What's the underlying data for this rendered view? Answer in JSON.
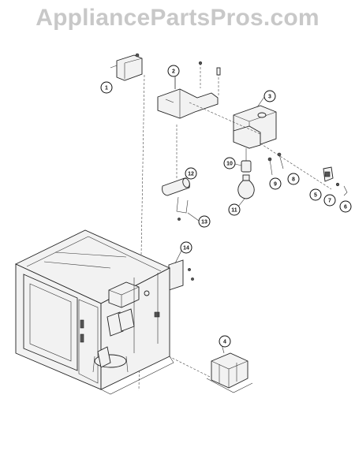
{
  "watermark": "AppliancePartsPros.com",
  "callouts": [
    {
      "id": "1",
      "label": "1"
    },
    {
      "id": "2",
      "label": "2"
    },
    {
      "id": "3",
      "label": "3"
    },
    {
      "id": "4",
      "label": "4"
    },
    {
      "id": "5",
      "label": "5"
    },
    {
      "id": "6",
      "label": "6"
    },
    {
      "id": "7",
      "label": "7"
    },
    {
      "id": "8",
      "label": "8"
    },
    {
      "id": "9",
      "label": "9"
    },
    {
      "id": "10",
      "label": "10"
    },
    {
      "id": "11",
      "label": "11"
    },
    {
      "id": "12",
      "label": "12"
    },
    {
      "id": "13",
      "label": "13"
    },
    {
      "id": "14",
      "label": "14"
    }
  ]
}
